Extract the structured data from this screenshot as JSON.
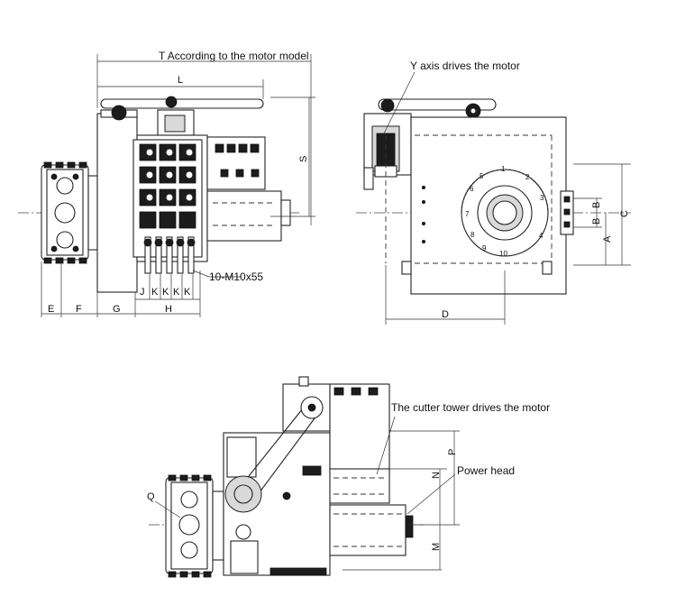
{
  "labels": {
    "t_motor_model": "T According to the motor model",
    "y_axis_motor": "Y axis drives the motor",
    "cutter_tower_motor": "The cutter tower drives the motor",
    "power_head": "Power head",
    "bolt_spec": "10-M10x55"
  },
  "dimensions": {
    "L": "L",
    "S": "S",
    "E": "E",
    "F": "F",
    "G": "G",
    "H": "H",
    "J": "J",
    "K1": "K",
    "K2": "K",
    "K3": "K",
    "K4": "K",
    "A": "A",
    "B1": "B",
    "B2": "B",
    "C": "C",
    "D": "D",
    "N": "N",
    "P": "P",
    "M": "M",
    "Q": "Q"
  },
  "turret_numbers": [
    "1",
    "2",
    "3",
    "4",
    "5",
    "6",
    "7",
    "8",
    "9",
    "10"
  ]
}
